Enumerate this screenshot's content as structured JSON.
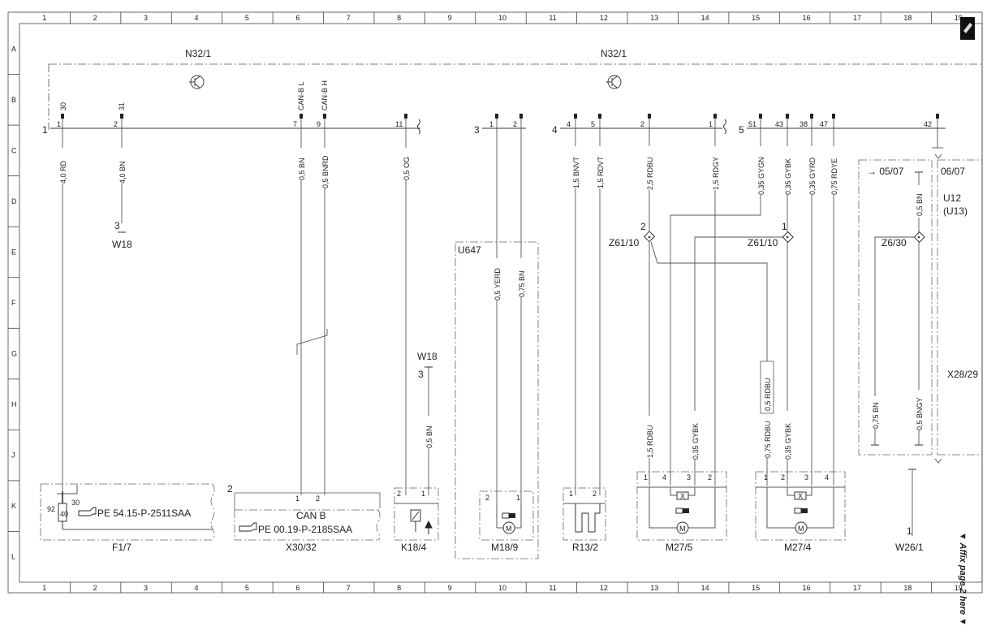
{
  "grid": {
    "columns": [
      "1",
      "2",
      "3",
      "4",
      "5",
      "6",
      "7",
      "8",
      "9",
      "10",
      "11",
      "12",
      "13",
      "14",
      "15",
      "16",
      "17",
      "18",
      "19"
    ],
    "rows": [
      "A",
      "B",
      "C",
      "D",
      "E",
      "F",
      "G",
      "H",
      "J",
      "K",
      "L"
    ]
  },
  "modules": {
    "left": "N32/1",
    "right": "N32/1"
  },
  "bus_numbers": [
    "1",
    "3",
    "4",
    "5"
  ],
  "pins_top": {
    "pin_30": "30",
    "pin_31": "31",
    "pin_canl": "CAN-B L",
    "pin_canh": "CAN-B H",
    "n1": "1",
    "n2": "2",
    "n7": "7",
    "n9": "9",
    "n11": "11",
    "g3a": "1",
    "g3b": "2",
    "g4a": "4",
    "g4b": "5",
    "g4c": "2",
    "g4d": "1",
    "g5a": "51",
    "g5b": "43",
    "g5c": "38",
    "g5d": "47",
    "g5e": "42"
  },
  "wires": {
    "w1": "4,0 RD",
    "w2": "4,0 BN",
    "w3": "0,5 BN",
    "w4": "0,5 BNRD",
    "w5": "0,5 OG",
    "w6": "0,5 YERD",
    "w7": "0,75 BN",
    "w8": "1,5 BNVT",
    "w9": "1,5 RDVT",
    "w10": "2,5 RDBU",
    "w11": "1,5 RDGY",
    "w12": "0,35 GYGN",
    "w13": "0,35 GYBK",
    "w14": "0,35 GYRD",
    "w15": "0,75 RDYE",
    "w16": "0,5 BN",
    "w17": "0,5 BN",
    "w18": "1,5 RDBU",
    "w19": "0,35 GYBK",
    "w20": "0,75 RDBU",
    "w21": "0,35 GYBK",
    "w22": "0,5 RDBU",
    "w23": "0,75 BN",
    "w24": "0,5 BNGY"
  },
  "labels": {
    "w18_top": "W18",
    "w18_top_pin": "3",
    "w18_mid": "W18",
    "w18_mid_pin": "3",
    "u647": "U647",
    "z61_left": "Z61/10",
    "z61_left_num": "2",
    "z61_right": "Z61/10",
    "z61_right_num": "1",
    "z6_30": "Z6/30",
    "ref_0507": "→ 05/07",
    "ref_0607": "06/07",
    "u12": "U12",
    "u13": "(U13)",
    "x28": "X28/29",
    "w26": "W26/1",
    "w26_pin": "1"
  },
  "components": {
    "f17": "F1/7",
    "x3032": "X30/32",
    "k184": "K18/4",
    "m189": "M18/9",
    "r132": "R13/2",
    "m275": "M27/5",
    "m274": "M27/4"
  },
  "component_text": {
    "ref_pe54": "PE 54.15-P-2511SAA",
    "ref_pe00": "PE 00.19-P-2185SAA",
    "can_b": "CAN B",
    "f_92": "92",
    "f_40": "40",
    "f_30": "30",
    "x_2": "2",
    "x_p1": "1",
    "x_p2": "2",
    "k_p2": "2",
    "k_p1": "1",
    "m18_p2": "2",
    "m18_p1": "1",
    "r_p1": "1",
    "r_p2": "2",
    "m275_p1": "1",
    "m275_p4": "4",
    "m275_p3": "3",
    "m275_p2": "2",
    "m274_p1": "1",
    "m274_p2": "2",
    "m274_p3": "3",
    "m274_p4": "4",
    "m_letter": "M",
    "x_letter": "X"
  },
  "affix_note": "▼ Affix page 2 here ▼"
}
